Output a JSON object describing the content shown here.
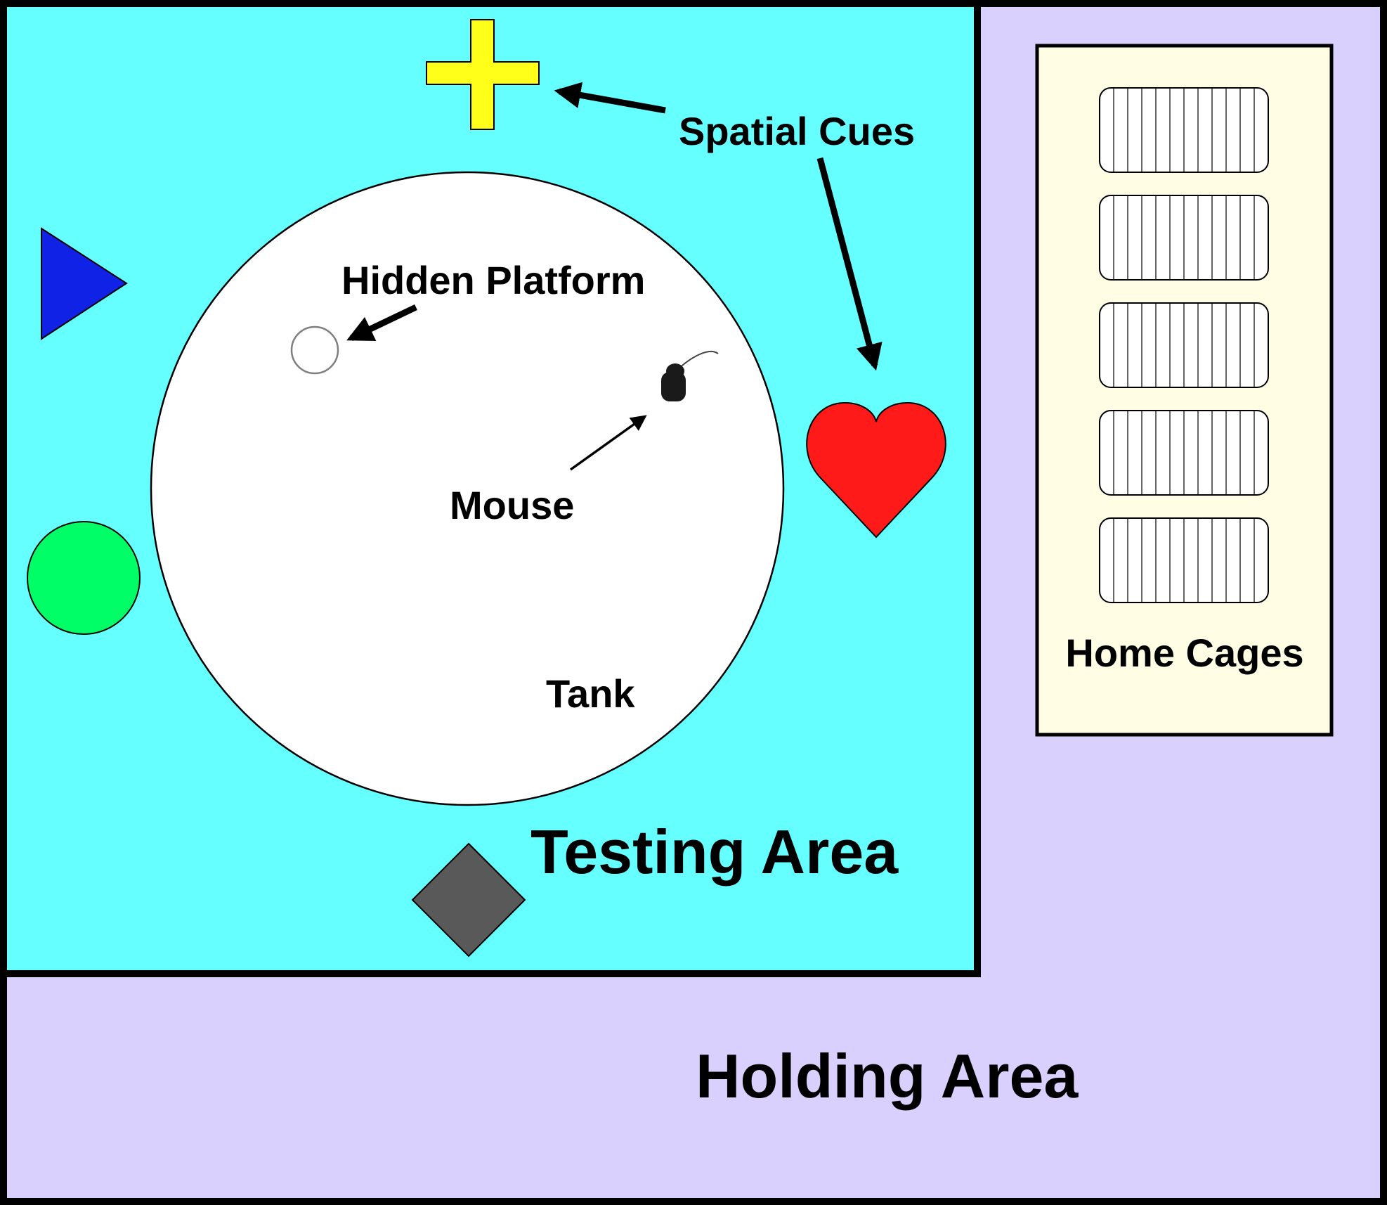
{
  "labels": {
    "spatial_cues": "Spatial Cues",
    "hidden_platform": "Hidden Platform",
    "mouse": "Mouse",
    "tank": "Tank",
    "testing_area": "Testing Area",
    "holding_area": "Holding Area",
    "home_cages": "Home Cages"
  },
  "colors": {
    "testing_area": "#66ffff",
    "holding_area": "#d9d0fd",
    "home_cages_panel": "#fffee4",
    "tank": "#ffffff",
    "cue_cross": "#ffff1a",
    "cue_triangle": "#0f22e6",
    "cue_circle": "#00ff66",
    "cue_heart": "#ff1a1a",
    "cue_diamond": "#595959",
    "mouse": "#1a1a1a"
  },
  "spatial_cues": [
    {
      "shape": "cross",
      "color": "yellow"
    },
    {
      "shape": "triangle",
      "color": "blue"
    },
    {
      "shape": "circle",
      "color": "green"
    },
    {
      "shape": "heart",
      "color": "red"
    },
    {
      "shape": "diamond",
      "color": "gray"
    }
  ],
  "home_cages": {
    "count": 5
  }
}
